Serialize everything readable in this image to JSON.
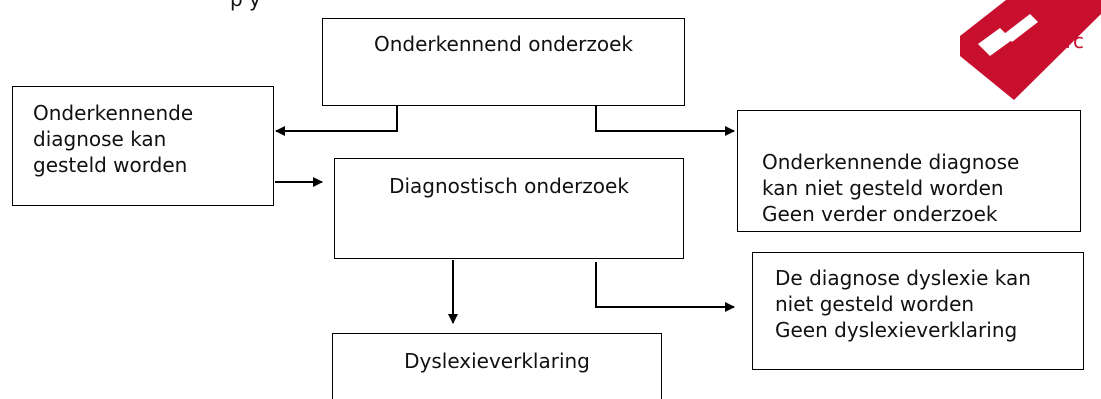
{
  "cropped_top_text": "p               y",
  "logo": {
    "text": "arc",
    "color": "#c8102e"
  },
  "boxes": {
    "onderkennend_onderzoek": {
      "lines": [
        "Onderkennend onderzoek"
      ]
    },
    "diagnose_kan": {
      "lines": [
        "Onderkennende",
        "diagnose kan",
        "gesteld worden"
      ]
    },
    "diagnose_kan_niet": {
      "lines": [
        "Onderkennende diagnose",
        "kan niet gesteld worden",
        "Geen verder onderzoek"
      ]
    },
    "diagnostisch_onderzoek": {
      "lines": [
        "Diagnostisch onderzoek"
      ]
    },
    "dyslexie_kan_niet": {
      "lines": [
        "De diagnose dyslexie kan",
        "niet gesteld worden",
        "Geen dyslexieverklaring"
      ]
    },
    "dyslexieverklaring": {
      "lines": [
        "Dyslexieverklaring"
      ]
    }
  }
}
